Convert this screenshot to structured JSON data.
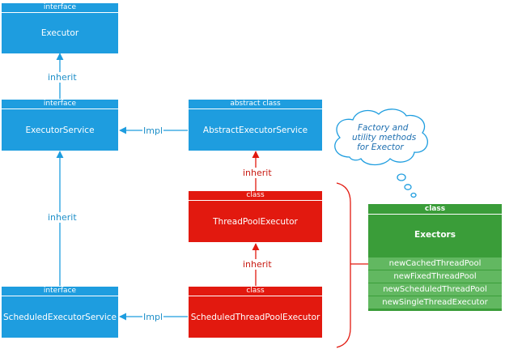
{
  "nodes": {
    "executor": {
      "stereotype": "interface",
      "name": "Executor"
    },
    "executor_service": {
      "stereotype": "interface",
      "name": "ExecutorService"
    },
    "abstract_executor_service": {
      "stereotype": "abstract class",
      "name": "AbstractExecutorService"
    },
    "thread_pool_executor": {
      "stereotype": "class",
      "name": "ThreadPoolExecutor"
    },
    "scheduled_executor_service": {
      "stereotype": "interface",
      "name": "ScheduledExecutorService"
    },
    "scheduled_thread_pool_executor": {
      "stereotype": "class",
      "name": "ScheduledThreadPoolExecutor"
    },
    "executors": {
      "stereotype": "class",
      "name": "Exectors",
      "methods": [
        "newCachedThreadPool",
        "newFixedThreadPool",
        "newScheduledThreadPool",
        "newSingleThreadExecutor"
      ]
    }
  },
  "edges": {
    "es_to_executor": "inherit",
    "ses_to_es": "inherit",
    "aes_to_es": "Impl",
    "tpe_to_aes": "inherit",
    "stpe_to_tpe": "inherit",
    "stpe_to_ses": "Impl"
  },
  "note": {
    "lines": [
      "Factory and",
      "utility methods",
      "for  Exector"
    ]
  },
  "colors": {
    "interface_blue": "#1e9ddf",
    "class_red": "#e2190f",
    "utility_green": "#3a9d39",
    "method_green": "#62b861"
  }
}
